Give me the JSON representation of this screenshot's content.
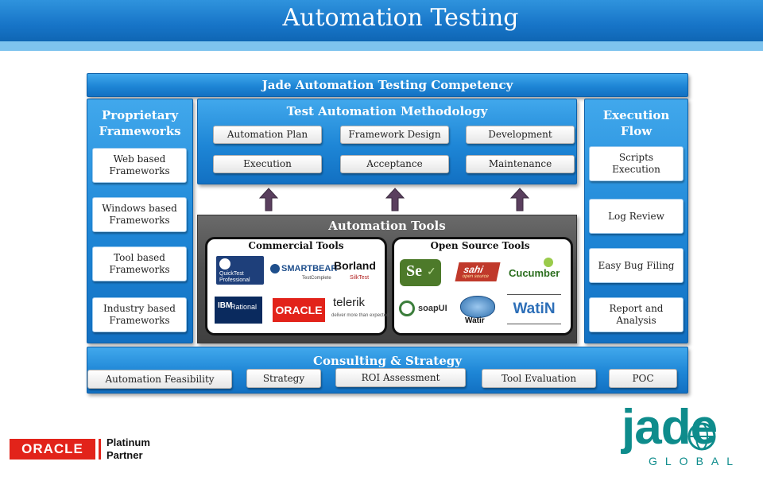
{
  "page": {
    "title": "Automation Testing"
  },
  "competency": {
    "title": "Jade Automation Testing Competency"
  },
  "proprietary": {
    "title_line1": "Proprietary",
    "title_line2": "Frameworks",
    "items": [
      {
        "line1": "Web based",
        "line2": "Frameworks"
      },
      {
        "line1": "Windows based",
        "line2": "Frameworks"
      },
      {
        "line1": "Tool based",
        "line2": "Frameworks"
      },
      {
        "line1": "Industry based",
        "line2": "Frameworks"
      }
    ]
  },
  "methodology": {
    "title": "Test Automation Methodology",
    "items": [
      "Automation Plan",
      "Framework Design",
      "Development",
      "Execution",
      "Acceptance",
      "Maintenance"
    ]
  },
  "execution_flow": {
    "title_line1": "Execution",
    "title_line2": "Flow",
    "items": [
      {
        "line1": "Scripts",
        "line2": "Execution"
      },
      {
        "line1": "Log Review",
        "line2": ""
      },
      {
        "line1": "Easy Bug Filing",
        "line2": ""
      },
      {
        "line1": "Report and",
        "line2": "Analysis"
      }
    ]
  },
  "tools": {
    "title": "Automation Tools",
    "commercial_title": "Commercial Tools",
    "open_source_title": "Open Source Tools",
    "commercial_logos": [
      {
        "icon": "hp-quicktest-logo",
        "text": "QuickTest",
        "text2": "Professional"
      },
      {
        "icon": "smartbear-logo",
        "text": "SMARTBEAR",
        "text2": "TestComplete"
      },
      {
        "icon": "borland-logo",
        "text": "Borland",
        "text2": "SilkTest"
      },
      {
        "icon": "ibm-rational-logo",
        "text": "IBM",
        "text2": "Rational"
      },
      {
        "icon": "oracle-logo",
        "text": "ORACLE",
        "text2": ""
      },
      {
        "icon": "telerik-logo",
        "text": "telerik",
        "text2": "deliver more than expected"
      }
    ],
    "open_source_logos": [
      {
        "icon": "selenium-logo",
        "text": "Se",
        "text2": ""
      },
      {
        "icon": "sahi-logo",
        "text": "sahi",
        "text2": "open source"
      },
      {
        "icon": "cucumber-logo",
        "text": "Cucumber",
        "text2": ""
      },
      {
        "icon": "soapui-logo",
        "text": "soapUI",
        "text2": ""
      },
      {
        "icon": "watir-logo",
        "text": "Watir",
        "text2": ""
      },
      {
        "icon": "watin-logo",
        "text": "WatiN",
        "text2": ""
      }
    ]
  },
  "consulting": {
    "title": "Consulting & Strategy",
    "items": [
      "Automation Feasibility",
      "Strategy",
      "ROI Assessment",
      "Tool Evaluation",
      "POC"
    ]
  },
  "footer": {
    "oracle_partner": {
      "brand": "ORACLE",
      "tier_line1": "Platinum",
      "tier_line2": "Partner"
    },
    "jade_logo": {
      "word": "jade",
      "sub": "GLOBAL"
    }
  },
  "colors": {
    "band_blue": "#1e86d6",
    "panel_gray": "#4f4f4f",
    "oracle_red": "#e2231a",
    "jade_teal": "#0e8c8c"
  }
}
